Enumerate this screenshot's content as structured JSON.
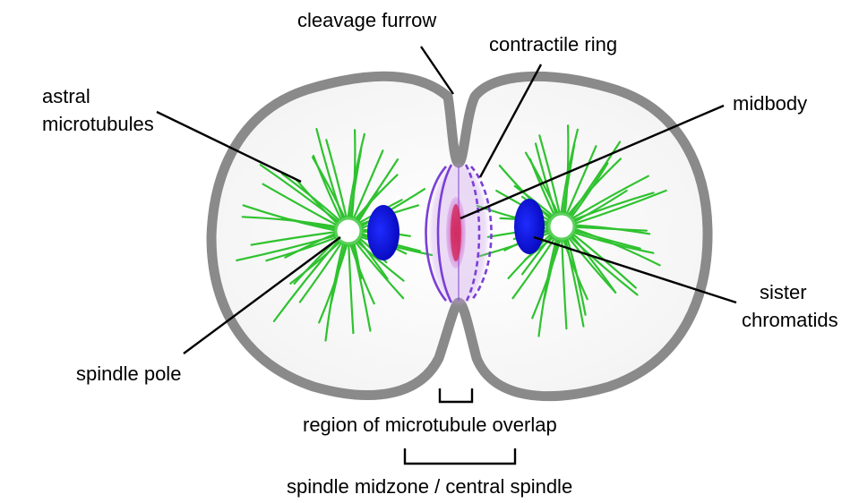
{
  "labels": {
    "cleavage_furrow": "cleavage furrow",
    "contractile_ring": "contractile ring",
    "astral_line1": "astral",
    "astral_line2": "microtubules",
    "midbody": "midbody",
    "sister_line1": "sister",
    "sister_line2": "chromatids",
    "spindle_pole": "spindle pole",
    "overlap_region": "region of microtubule overlap",
    "midzone": "spindle midzone / central spindle"
  },
  "colors": {
    "membrane": "#8a8a8a",
    "microtubule": "#2fc22f",
    "chromatid": "#0a0ad8",
    "ring": "#7a3fd6",
    "midbody": "#d0285a",
    "leader": "#000000"
  }
}
